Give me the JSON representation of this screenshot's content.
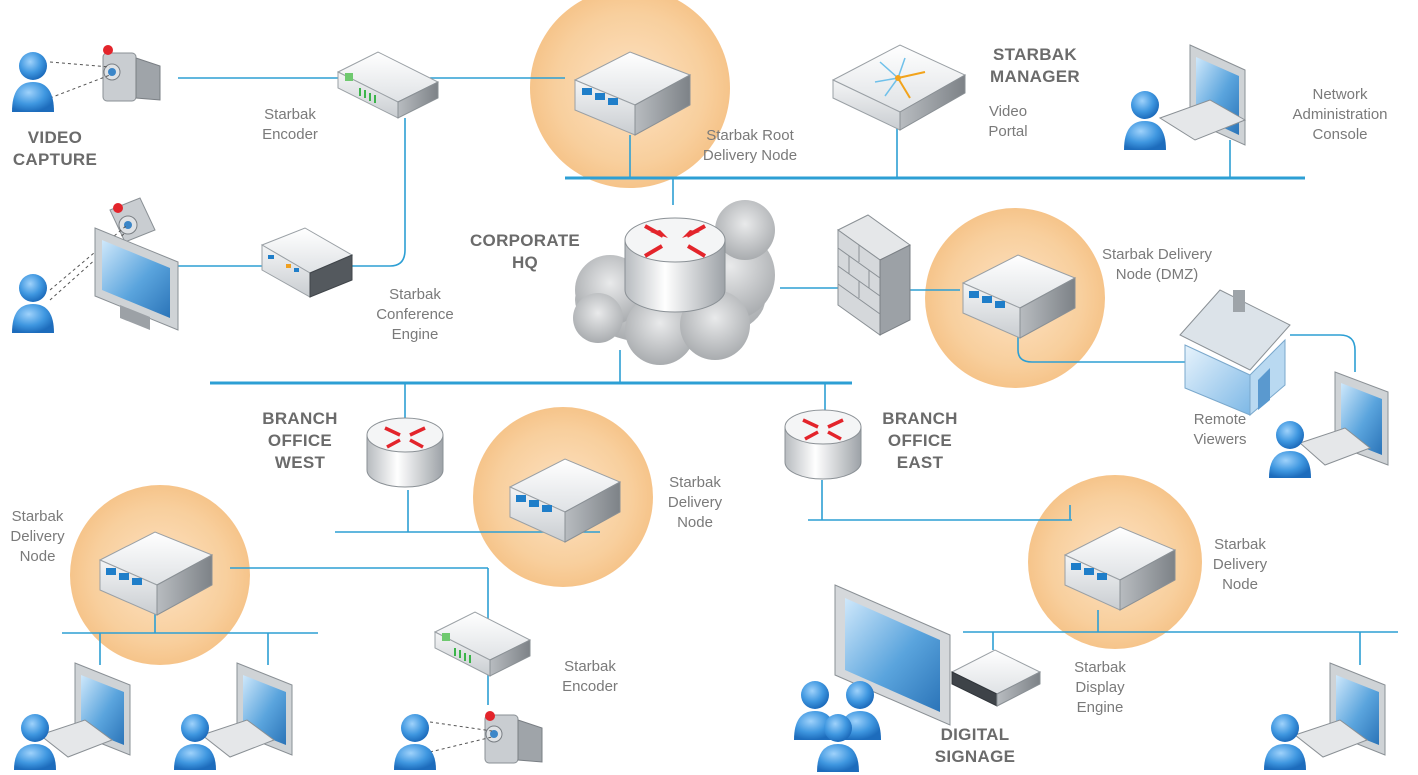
{
  "labels": {
    "video_capture": "VIDEO\nCAPTURE",
    "encoder_top": "Starbak\nEncoder",
    "root_node": "Starbak Root\nDelivery Node",
    "manager": "STARBAK\nMANAGER",
    "video_portal": "Video\nPortal",
    "admin_console": "Network\nAdministration\nConsole",
    "conference_engine": "Starbak\nConference\nEngine",
    "corporate_hq": "CORPORATE\nHQ",
    "dmz_node": "Starbak Delivery\nNode (DMZ)",
    "remote_viewers": "Remote\nViewers",
    "branch_west": "BRANCH\nOFFICE\nWEST",
    "branch_east": "BRANCH\nOFFICE\nEAST",
    "west_node_center": "Starbak\nDelivery\nNode",
    "west_node_left": "Starbak\nDelivery\nNode",
    "east_node": "Starbak\nDelivery\nNode",
    "encoder_bottom": "Starbak\nEncoder",
    "display_engine": "Starbak\nDisplay\nEngine",
    "digital_signage": "DIGITAL\nSIGNAGE"
  },
  "colors": {
    "network_line": "#2d9fd4",
    "halo": "#f9c98f",
    "router_arrow": "#e3242b",
    "screen": "#4d93d1",
    "person": "#3a8fd8"
  }
}
